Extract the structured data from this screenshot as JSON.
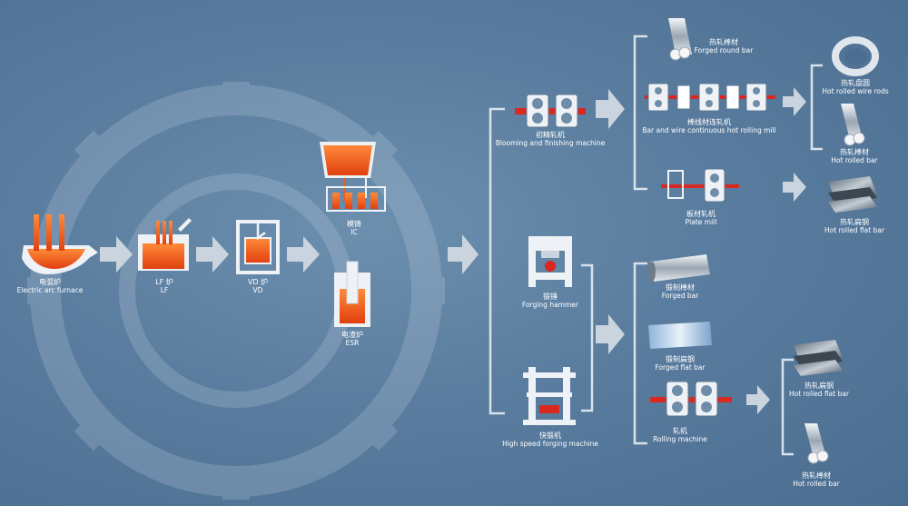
{
  "colors": {
    "molten": "#f05a1e",
    "machine": "#e8eef4",
    "arrow": "#c7d3de",
    "accent_red": "#d9281f"
  },
  "nodes": {
    "eaf": {
      "cn": "电弧炉",
      "en": "Electric arc furnace"
    },
    "lf": {
      "cn": "LF 炉",
      "en": "LF"
    },
    "vd": {
      "cn": "VD 炉",
      "en": "VD"
    },
    "ic": {
      "cn": "模铸",
      "en": "IC"
    },
    "esr": {
      "cn": "电渣炉",
      "en": "ESR"
    },
    "blooming": {
      "cn": "初精轧机",
      "en": "Blooming and finishing machine"
    },
    "forging_hammer": {
      "cn": "锻锤",
      "en": "Forging hammer"
    },
    "hs_forging": {
      "cn": "快锻机",
      "en": "High speed forging machine"
    },
    "forged_round_bar": {
      "cn": "热轧棒材",
      "en": "Forged round bar"
    },
    "bar_wire_mill": {
      "cn": "棒线材连轧机",
      "en": "Bar and wire continuous hot rolling mill"
    },
    "hot_rolled_wire_rods": {
      "cn": "热轧盘圆",
      "en": "Hot rolled wire rods"
    },
    "hot_rolled_bar_1": {
      "cn": "热轧棒材",
      "en": "Hot rolled bar"
    },
    "plate_mill": {
      "cn": "板材轧机",
      "en": "Plate mill"
    },
    "hot_rolled_flat_bar_1": {
      "cn": "热轧扁钢",
      "en": "Hot rolled flat bar"
    },
    "forged_bar": {
      "cn": "锻制棒材",
      "en": "Forged bar"
    },
    "forged_flat_bar": {
      "cn": "锻制扁钢",
      "en": "Forged flat bar"
    },
    "rolling_machine": {
      "cn": "轧机",
      "en": "Rolling machine"
    },
    "hot_rolled_flat_bar_2": {
      "cn": "热轧扁钢",
      "en": "Hot rolled flat bar"
    },
    "hot_rolled_bar_2": {
      "cn": "热轧棒材",
      "en": "Hot rolled bar"
    }
  }
}
